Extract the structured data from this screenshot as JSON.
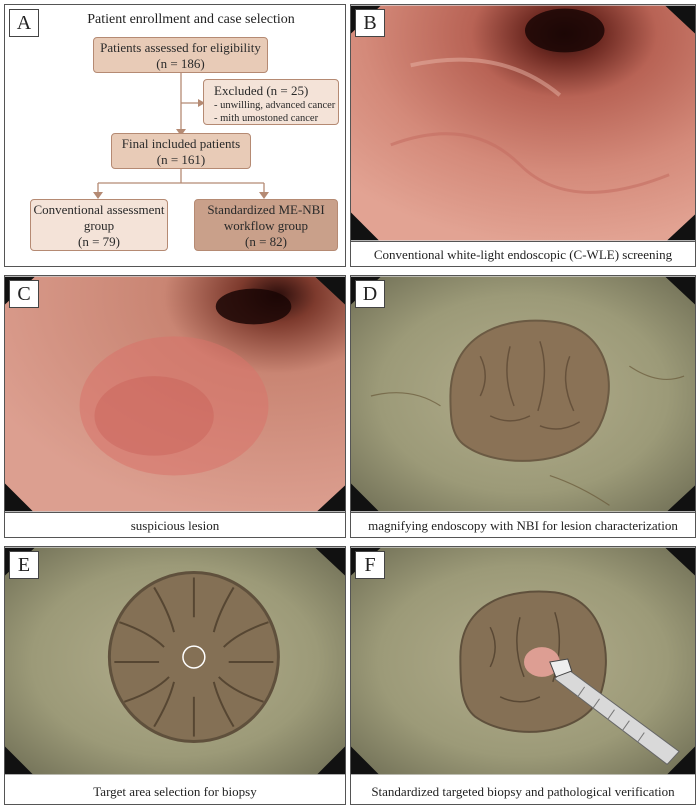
{
  "panels": {
    "a": {
      "letter": "A",
      "title": "Patient enrollment and case selection",
      "assessed": {
        "label": "Patients assessed for eligibility",
        "n": "(n = 186)"
      },
      "excluded": {
        "label": "Excluded (n = 25)",
        "reason1": "- unwilling, advanced cancer",
        "reason2": "- mith umostoned cancer"
      },
      "included": {
        "label": "Final included patients",
        "n": "(n = 161)"
      },
      "conventional": {
        "line1": "Conventional assessment",
        "line2": "group",
        "n": "(n = 79)"
      },
      "standardized": {
        "line1": "Standardized ME-NBI",
        "line2": "workflow group",
        "n": "(n = 82)"
      }
    },
    "b": {
      "letter": "B",
      "caption": "Conventional white-light endoscopic (C-WLE) screening"
    },
    "c": {
      "letter": "C",
      "caption": "suspicious lesion"
    },
    "d": {
      "letter": "D",
      "caption": "magnifying endoscopy with NBI for lesion characterization"
    },
    "e": {
      "letter": "E",
      "caption": "Target area selection for biopsy"
    },
    "f": {
      "letter": "F",
      "caption": "Standardized targeted biopsy and pathological verification"
    }
  },
  "colors": {
    "box_light": "#f4e3d8",
    "box_mid": "#e8cbb7",
    "box_dark": "#c9a08a",
    "wle_mucosa": "#d48a7a",
    "nbi_mucosa": "#9c9a78"
  }
}
